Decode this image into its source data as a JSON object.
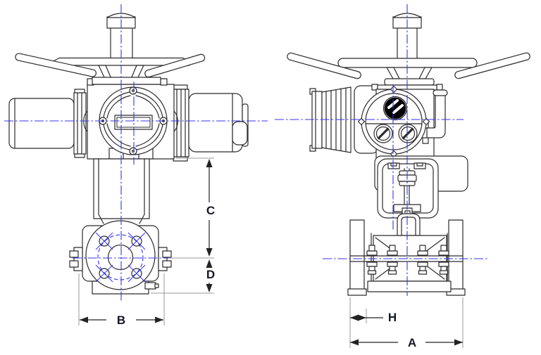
{
  "drawing": {
    "type": "technical-dimension-drawing",
    "subject": "motor operated valve actuator, front and side views",
    "background": "#FFFFFF"
  },
  "dimensions": {
    "C": {
      "label": "C",
      "orientation": "vertical",
      "view": "front",
      "measures": "actuator mounting face to valve flange centerline"
    },
    "D": {
      "label": "D",
      "orientation": "vertical",
      "view": "front",
      "measures": "flange centerline to valve bottom"
    },
    "B": {
      "label": "B",
      "orientation": "horizontal",
      "view": "front",
      "measures": "valve flange width"
    },
    "H": {
      "label": "H",
      "orientation": "horizontal",
      "view": "side",
      "measures": "flange face to body"
    },
    "A": {
      "label": "A",
      "orientation": "horizontal",
      "view": "side",
      "measures": "face-to-face flange length"
    }
  },
  "colors": {
    "centerline_blue": "#3535E8",
    "outline": "#2B2B2B",
    "dimension_line": "#222222",
    "extension_line": "#999999",
    "label_text": "#141824",
    "indicator_dial": "#000000",
    "background": "#FFFFFF"
  }
}
